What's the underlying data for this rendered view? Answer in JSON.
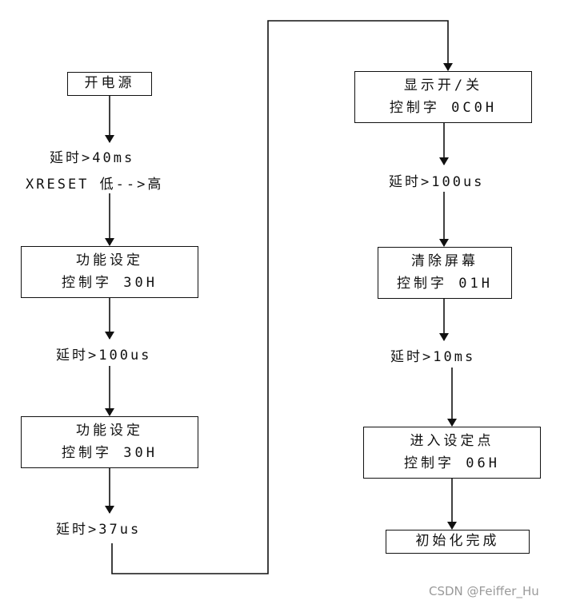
{
  "steps": {
    "power_on": "开电源",
    "delay_40ms": "延时>40ms",
    "xreset": "XRESET 低-->高",
    "func_set_1": {
      "title": "功能设定",
      "cmd": "控制字 30H"
    },
    "delay_100us_1": "延时>100us",
    "func_set_2": {
      "title": "功能设定",
      "cmd": "控制字 30H"
    },
    "delay_37us": "延时>37us",
    "display_onoff": {
      "title": "显示开/关",
      "cmd": "控制字 0C0H"
    },
    "delay_100us_2": "延时>100us",
    "clear_screen": {
      "title": "清除屏幕",
      "cmd": "控制字 01H"
    },
    "delay_10ms": "延时>10ms",
    "entry_mode": {
      "title": "进入设定点",
      "cmd": "控制字 06H"
    },
    "init_done": "初始化完成"
  },
  "watermark": "CSDN @Feiffer_Hu"
}
